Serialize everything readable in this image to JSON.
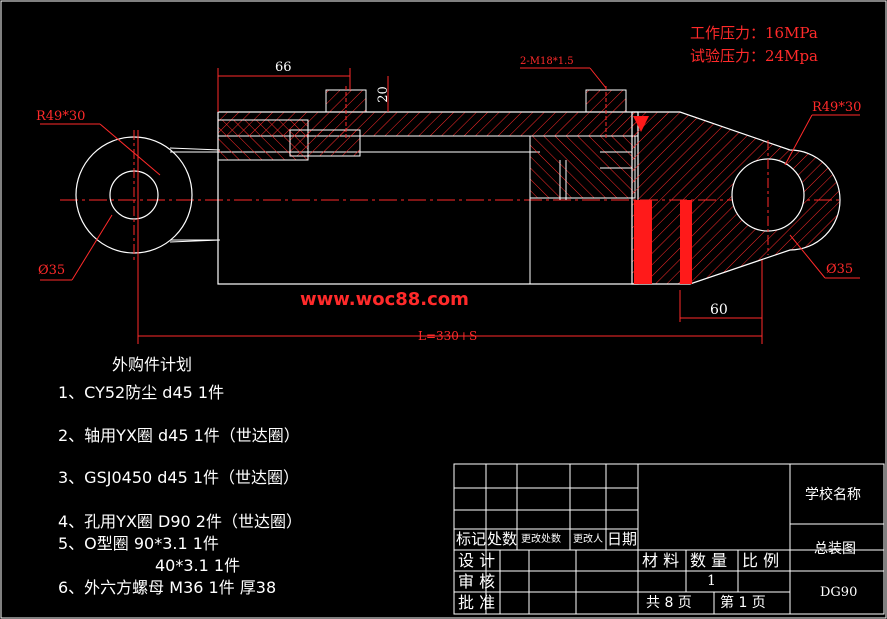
{
  "header": {
    "working_pressure": "工作压力：16MPa",
    "test_pressure": "试验压力：24Mpa"
  },
  "dimensions": {
    "d66": "66",
    "d20": "20",
    "thread": "2-M18*1.5",
    "r_left": "R49*30",
    "r_right": "R49*30",
    "dia_left": "Ø35",
    "dia_right": "Ø35",
    "d60": "60",
    "length": "L=330+S"
  },
  "watermark": "www.woc88.com",
  "parts_list": {
    "title": "外购件计划",
    "items": [
      "1、CY52防尘   d45    1件",
      "2、轴用YX圈   d45    1件（世达圈）",
      "3、GSJ0450    d45    1件（世达圈）",
      "4、孔用YX圈   D90   2件（世达圈）",
      "5、O型圈  90*3.1     1件",
      "40*3.1      1件",
      "6、外六方螺母  M36   1件   厚38"
    ]
  },
  "title_block": {
    "mark": "标记",
    "place_count": "处数",
    "change_place": "更改处数",
    "changed_by": "更改人",
    "date": "日期",
    "design": "设 计",
    "review": "审 核",
    "approve": "批 准",
    "material": "材 料",
    "quantity": "数 量",
    "scale": "比 例",
    "quantity_value": "1",
    "total_pages": "共  8  页",
    "page_no": "第  1  页",
    "school": "学校名称",
    "drawing_name": "总装图",
    "drawing_no": "DG90"
  },
  "colors": {
    "background": "#000000",
    "line": "#ffffff",
    "annotation": "#ff2a2a"
  }
}
